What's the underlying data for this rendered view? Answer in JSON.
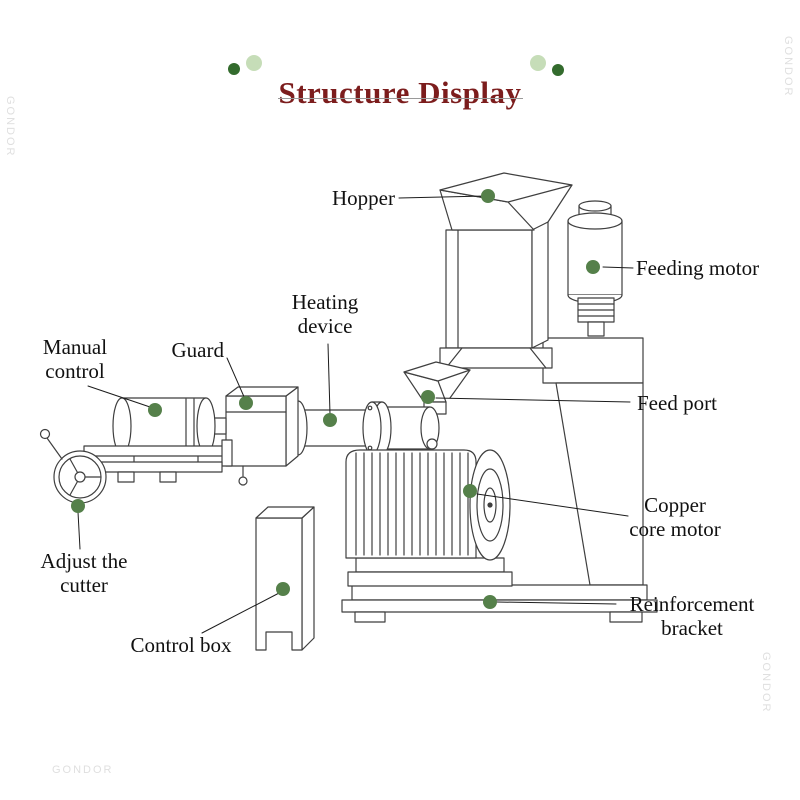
{
  "title": "Structure Display",
  "watermark": "GONDOR",
  "labels": {
    "hopper": "Hopper",
    "feeding_motor": "Feeding motor",
    "heating_device": "Heating\ndevice",
    "guard": "Guard",
    "manual_control": "Manual\ncontrol",
    "feed_port": "Feed port",
    "copper_core_motor": "Copper\ncore motor",
    "adjust_cutter": "Adjust the\ncutter",
    "control_box": "Control box",
    "reinforcement_bracket": "Reinforcement\nbracket"
  },
  "colors": {
    "title_color": "#7c1d1d",
    "anchor_dot_green": "#55804a",
    "decor_dark_green": "#336b2d",
    "decor_light_green": "#c6ddb8",
    "line_color": "#3f3f3f"
  }
}
